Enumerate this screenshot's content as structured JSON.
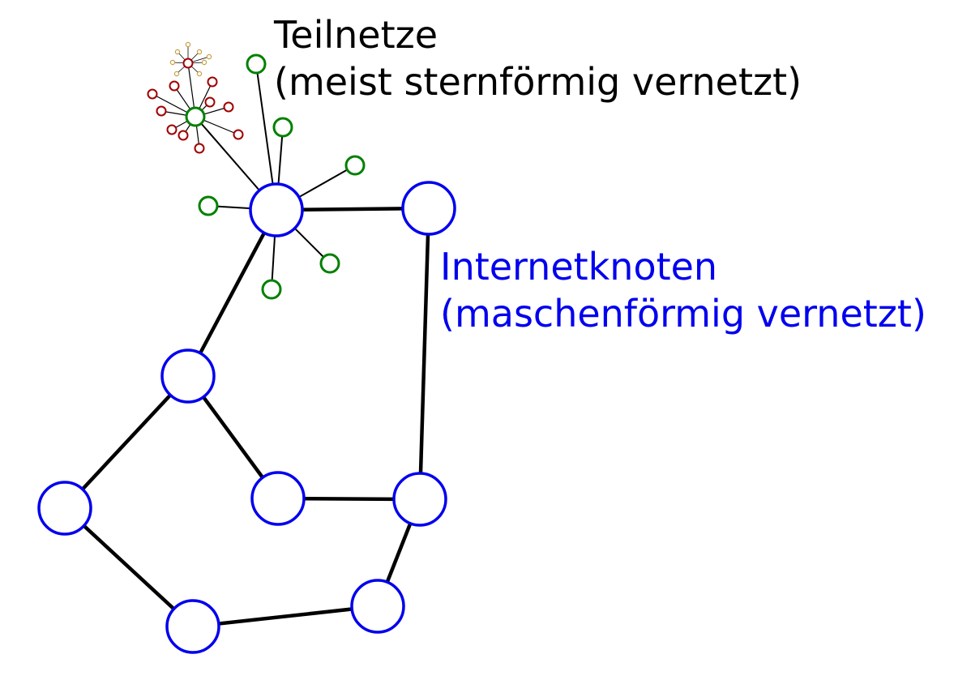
{
  "labels": {
    "subnets": {
      "line1": "Teilnetze",
      "line2": "(meist sternförmig vernetzt)"
    },
    "internet_nodes": {
      "line1": "Internetknoten",
      "line2": "(maschenförmig vernetzt)"
    }
  },
  "colors": {
    "internet_node": "#0000ee",
    "subnet_node": "#008000",
    "sub_subnet_node": "#a00000",
    "leaf_node": "#c8a040",
    "subnet_text": "#000000",
    "internet_text": "#0000ee",
    "link": "#000000"
  }
}
